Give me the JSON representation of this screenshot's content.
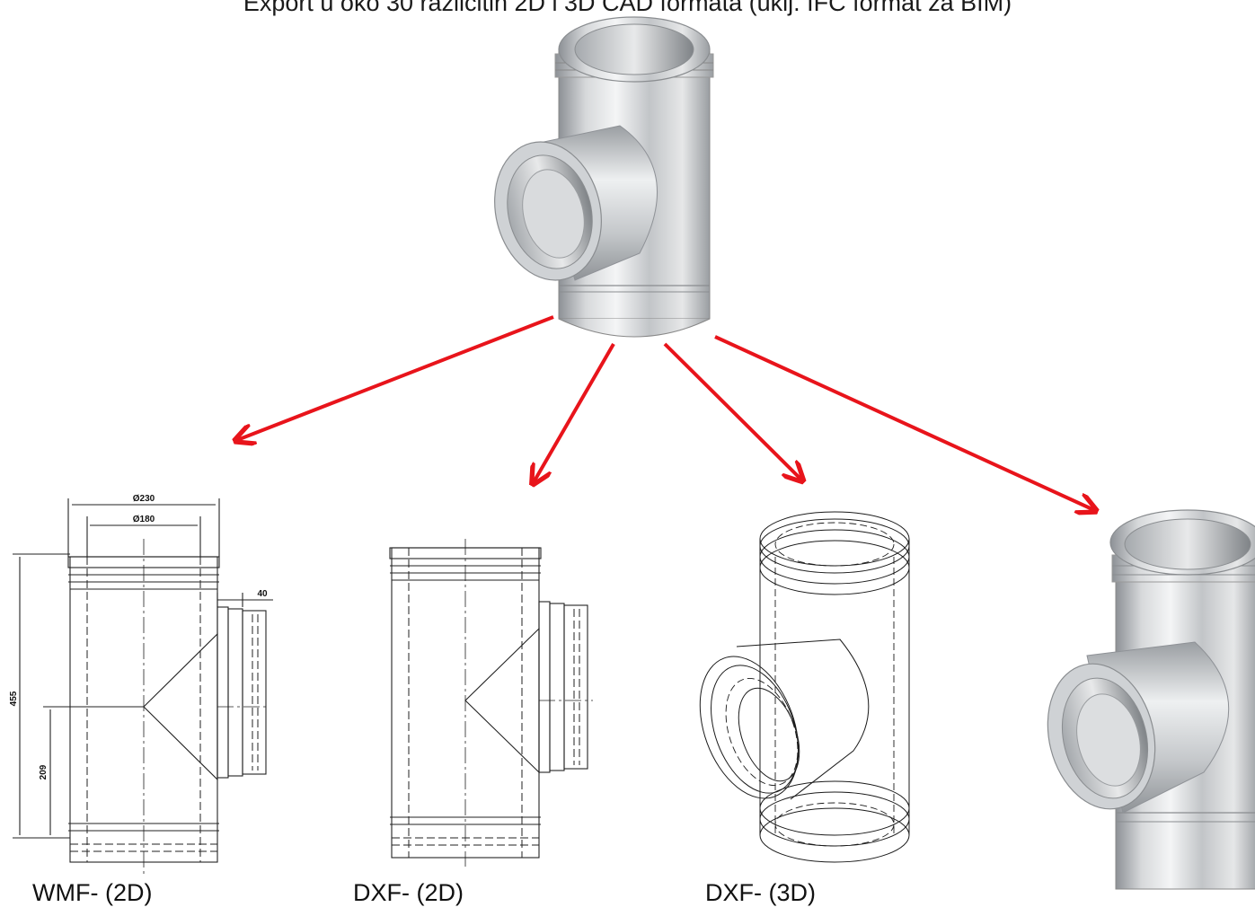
{
  "header": {
    "title": "Export u oko 30 različitih 2D i 3D CAD formata (uklj. IFC format za BIM)"
  },
  "formats": [
    {
      "label": "WMF- (2D)"
    },
    {
      "label": "DXF- (2D)"
    },
    {
      "label": "DXF- (3D)"
    }
  ],
  "dimensions": {
    "outer_diameter": "Ø230",
    "inner_diameter": "Ø180",
    "branch_offset": "40",
    "total_height": "455",
    "branch_height": "209"
  },
  "colors": {
    "arrow": "#e8141b",
    "metal_dark": "#8d9196",
    "metal_light": "#f1f2f3"
  }
}
